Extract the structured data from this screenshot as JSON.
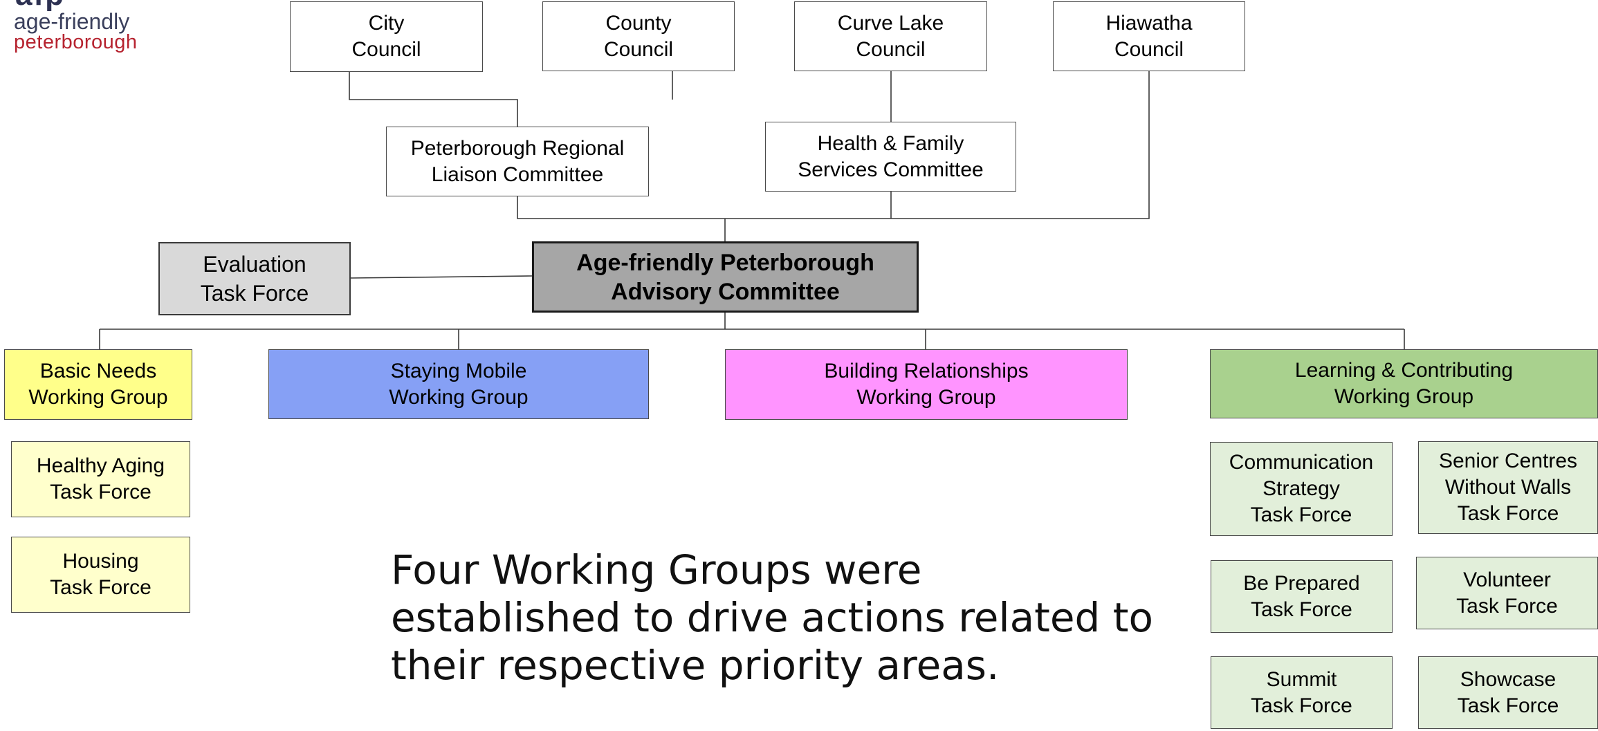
{
  "logo": {
    "mark": "afp",
    "line1": "age-friendly",
    "line2": "peterborough"
  },
  "councils": {
    "city": [
      "City",
      "Council"
    ],
    "county": [
      "County",
      "Council"
    ],
    "curve_lake": [
      "Curve Lake",
      "Council"
    ],
    "hiawatha": [
      "Hiawatha",
      "Council"
    ]
  },
  "committees": {
    "liaison": [
      "Peterborough Regional",
      "Liaison Committee"
    ],
    "health_family": [
      "Health & Family",
      "Services Committee"
    ],
    "advisory": [
      "Age-friendly Peterborough",
      "Advisory Committee"
    ],
    "evaluation": [
      "Evaluation",
      "Task Force"
    ]
  },
  "working_groups": {
    "basic_needs": [
      "Basic Needs",
      "Working Group"
    ],
    "staying_mobile": [
      "Staying Mobile",
      "Working Group"
    ],
    "building_relationships": [
      "Building Relationships",
      "Working Group"
    ],
    "learning_contributing": [
      "Learning & Contributing",
      "Working Group"
    ]
  },
  "task_forces": {
    "healthy_aging": [
      "Healthy Aging",
      "Task Force"
    ],
    "housing": [
      "Housing",
      "Task Force"
    ],
    "communication_strategy": [
      "Communication",
      "Strategy",
      "Task Force"
    ],
    "senior_centres": [
      "Senior Centres",
      "Without Walls",
      "Task Force"
    ],
    "be_prepared": [
      "Be Prepared",
      "Task Force"
    ],
    "volunteer": [
      "Volunteer",
      "Task Force"
    ],
    "summit": [
      "Summit",
      "Task Force"
    ],
    "showcase": [
      "Showcase",
      "Task Force"
    ]
  },
  "caption": [
    "Four Working Groups were",
    "established to drive actions related to",
    "their respective priority areas."
  ],
  "colors": {
    "advisory_fill": "#a6a6a6",
    "evaluation_fill": "#d9d9d9",
    "basic_needs_fill": "#ffff8a",
    "staying_mobile_fill": "#86a0f5",
    "building_relationships_fill": "#ff94ff",
    "learning_contributing_fill": "#a9d18e",
    "yellow_task_force_fill": "#ffffcc",
    "green_task_force_fill": "#e2efda",
    "logo_red": "#b6232f"
  }
}
